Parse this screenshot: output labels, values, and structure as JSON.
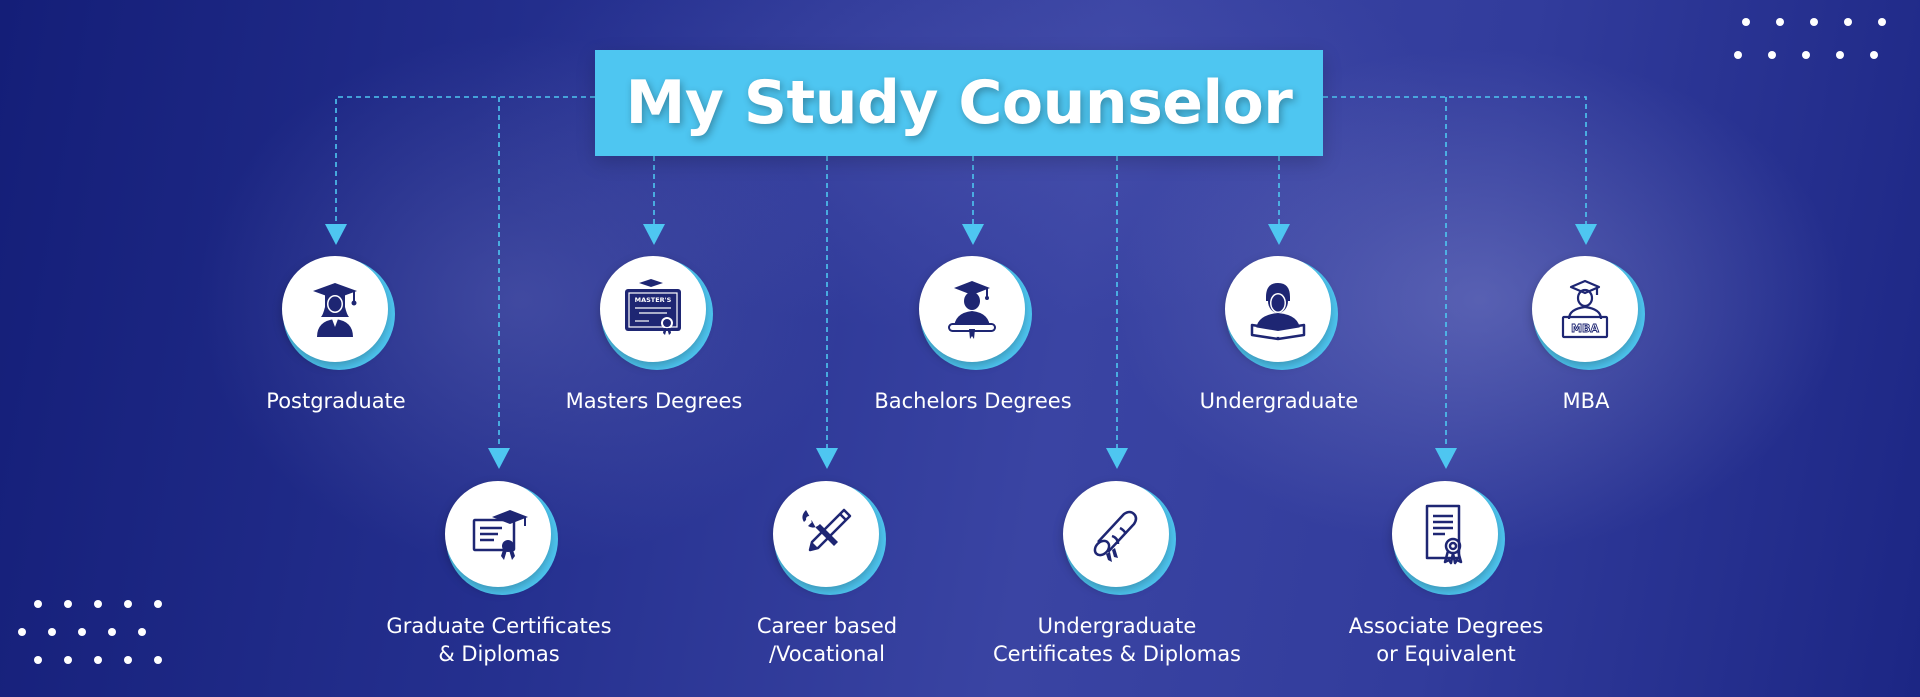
{
  "title": "My Study Counselor",
  "colors": {
    "accent": "#4ec6f1",
    "background": "#25308f",
    "icon": "#1e2673",
    "text": "#ffffff"
  },
  "nodes": [
    {
      "label_line1": "Postgraduate",
      "label_line2": "",
      "icon": "graduate-woman-icon"
    },
    {
      "label_line1": "Graduate Certificates",
      "label_line2": "& Diplomas",
      "icon": "certificate-with-cap-icon"
    },
    {
      "label_line1": "Masters Degrees",
      "label_line2": "",
      "icon": "masters-certificate-icon",
      "icon_text": "MASTER'S"
    },
    {
      "label_line1": "Career based",
      "label_line2": "/Vocational",
      "icon": "wrench-pencil-icon"
    },
    {
      "label_line1": "Bachelors Degrees",
      "label_line2": "",
      "icon": "graduate-with-diploma-icon"
    },
    {
      "label_line1": "Undergraduate",
      "label_line2": "Certificates & Diplomas",
      "icon": "diploma-scroll-icon"
    },
    {
      "label_line1": "Undergraduate",
      "label_line2": "",
      "icon": "student-reading-icon"
    },
    {
      "label_line1": "Associate Degrees",
      "label_line2": "or Equivalent",
      "icon": "document-award-icon"
    },
    {
      "label_line1": "MBA",
      "label_line2": "",
      "icon": "mba-graduate-icon",
      "icon_text": "MBA"
    }
  ]
}
